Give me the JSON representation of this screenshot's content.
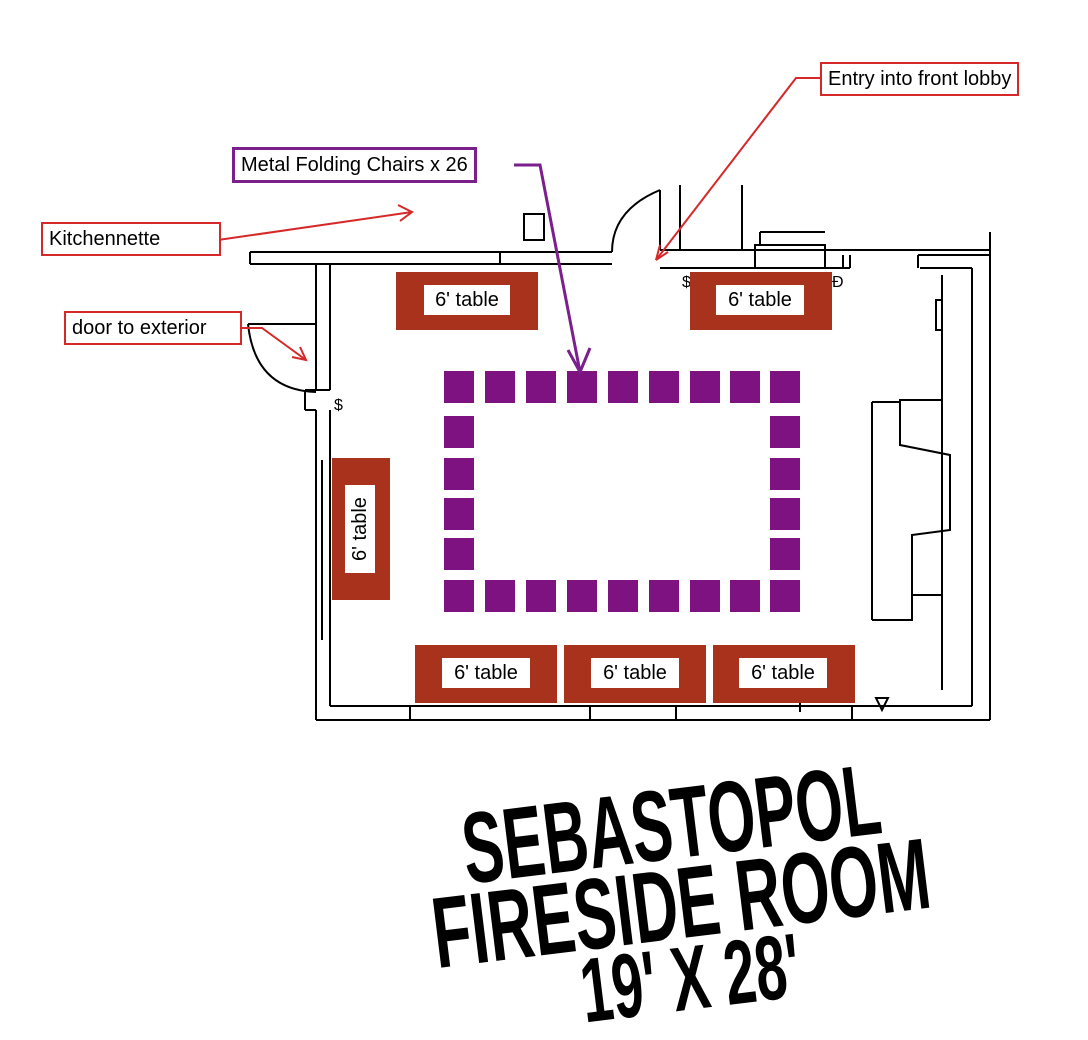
{
  "callouts": {
    "entry": "Entry into front lobby",
    "chairs": "Metal Folding Chairs x 26",
    "kitchen": "Kitchennette",
    "door": "door to exterior"
  },
  "tables": {
    "top_left": "6' table",
    "top_right": "6' table",
    "left_vertical": "6' table",
    "bottom_left": "6' table",
    "bottom_middle": "6' table",
    "bottom_right": "6' table"
  },
  "room_name": {
    "line1": "SEBASTOPOL",
    "line2": "FIRESIDE ROOM",
    "line3": "19' X 28'"
  },
  "colors": {
    "table_fill": "#a9321c",
    "chair_fill": "#7e1280",
    "callout_red": "#d62828",
    "callout_purple": "#7a1f8c",
    "wall": "#000000"
  },
  "chairs": {
    "count": 26
  }
}
